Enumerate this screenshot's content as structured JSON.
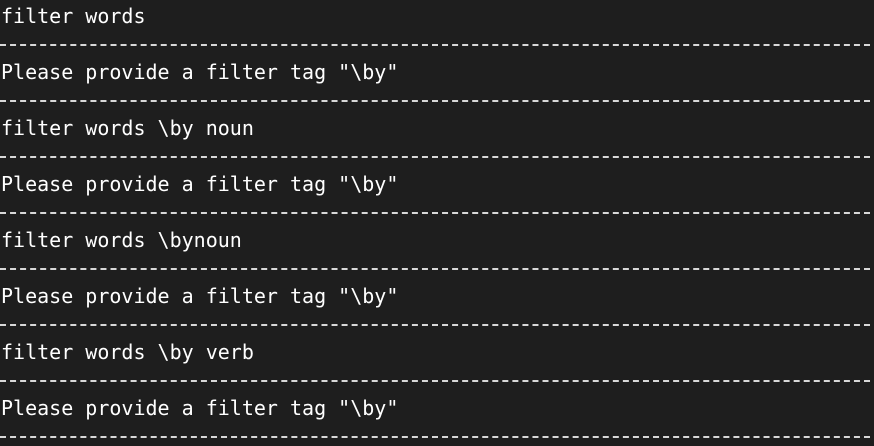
{
  "terminal": {
    "background": "#1e1e1e",
    "foreground": "#ffffff",
    "lines": [
      {
        "text": "filter words",
        "kind": "input"
      },
      {
        "text": "Please provide a filter tag \"\\by\"",
        "kind": "output"
      },
      {
        "text": "filter words \\by noun",
        "kind": "input"
      },
      {
        "text": "Please provide a filter tag \"\\by\"",
        "kind": "output"
      },
      {
        "text": "filter words \\bynoun",
        "kind": "input"
      },
      {
        "text": "Please provide a filter tag \"\\by\"",
        "kind": "output"
      },
      {
        "text": "filter words \\by verb",
        "kind": "input"
      },
      {
        "text": "Please provide a filter tag \"\\by\"",
        "kind": "output"
      }
    ]
  }
}
